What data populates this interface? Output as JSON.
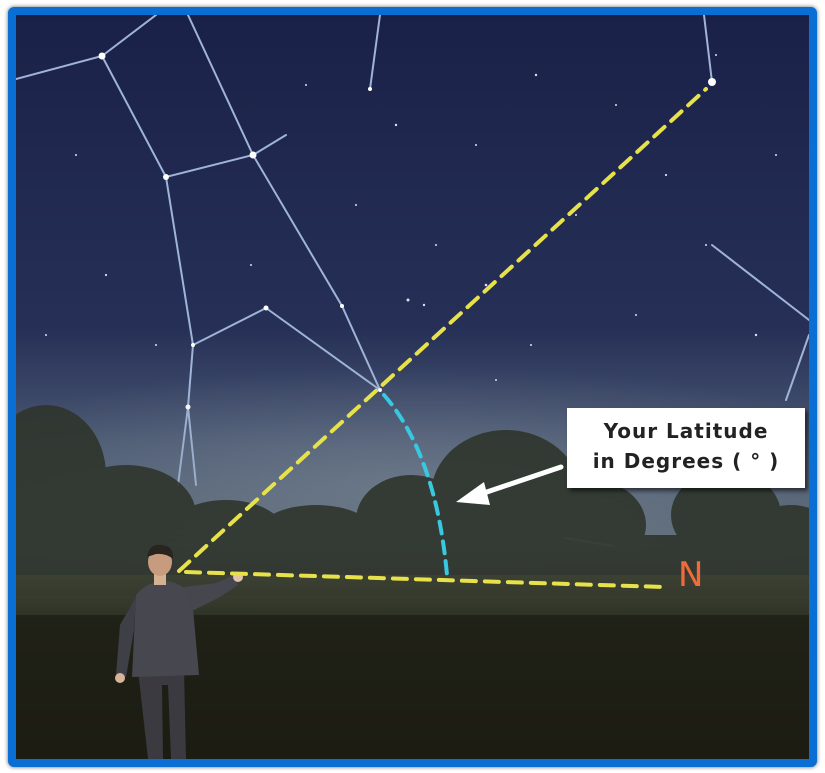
{
  "callout": {
    "line1": "Your Latitude",
    "line2": "in Degrees ( ° )"
  },
  "direction_label": "N",
  "colors": {
    "frame_border": "#0a6fd4",
    "sky_top": "#1a2148",
    "sky_horizon": "#5a6a80",
    "ground": "#22241a",
    "pointer_line": "#e8e24a",
    "latitude_arc": "#38c8e0",
    "constellation_lines": "#9fb4d8",
    "direction_label": "#f06a3a"
  }
}
